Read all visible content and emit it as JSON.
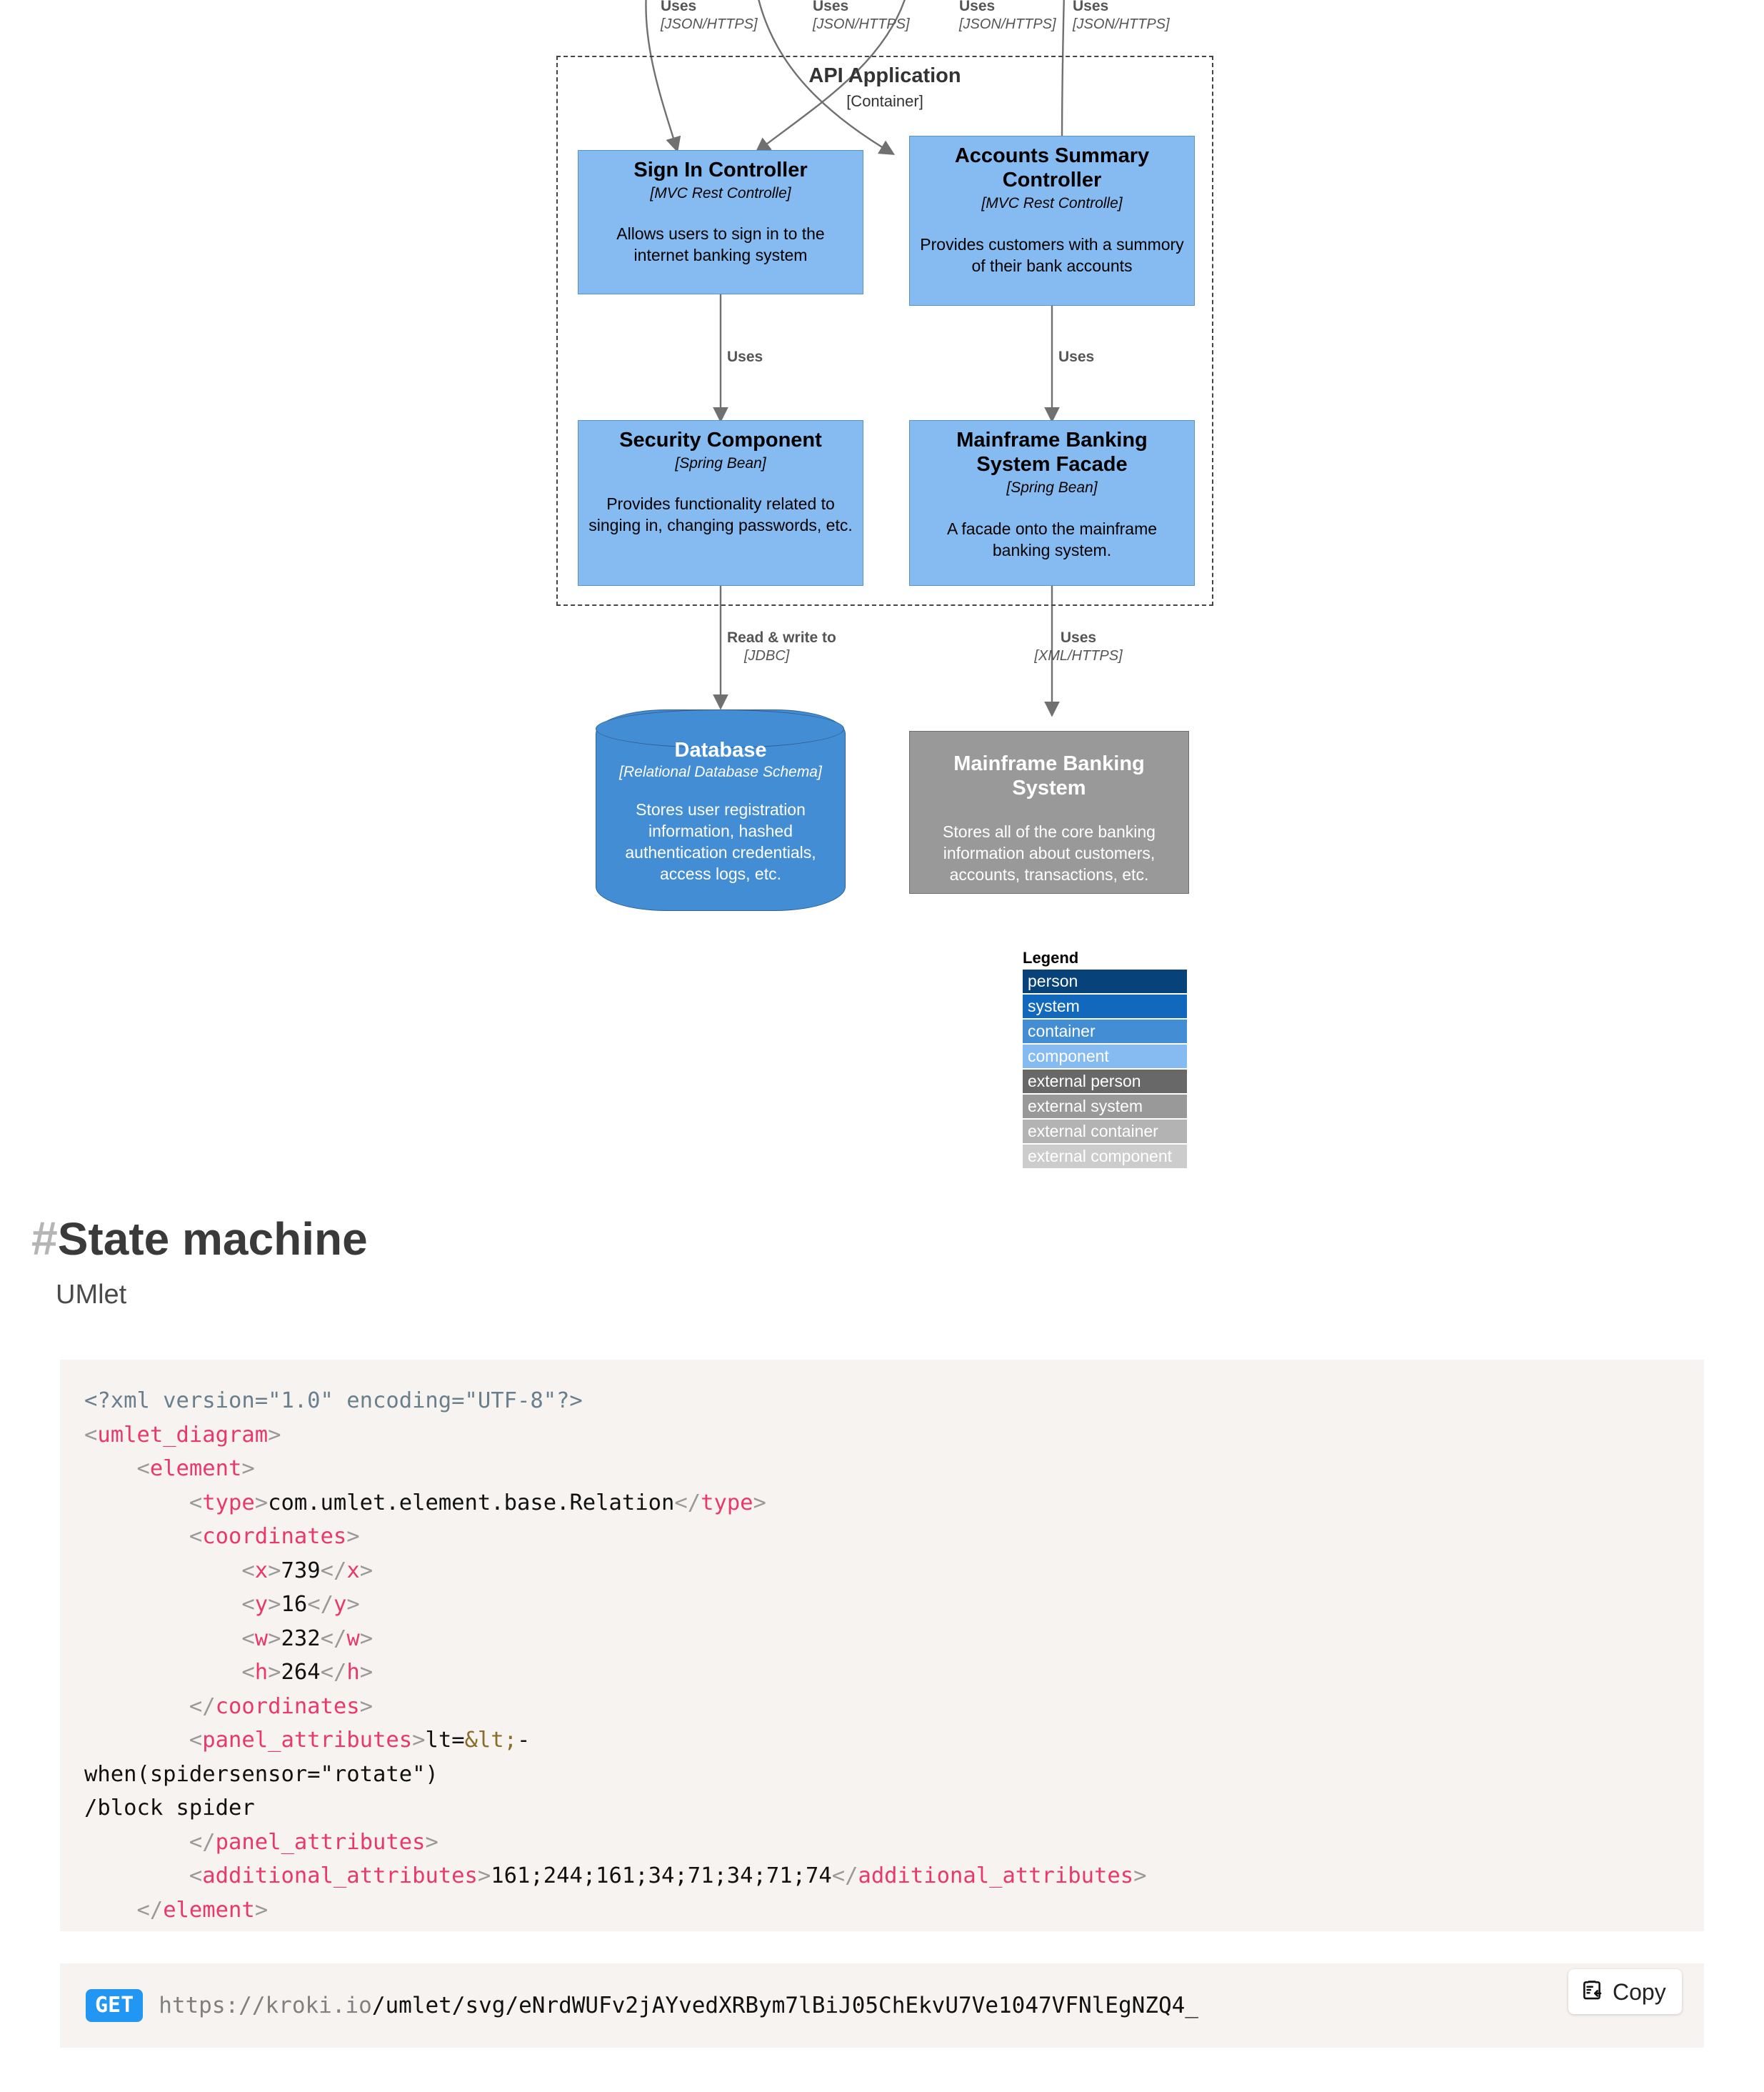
{
  "diagram": {
    "boundary": {
      "name": "API Application",
      "tech": "[Container]"
    },
    "top_edges": [
      {
        "name": "Uses",
        "tech": "[JSON/HTTPS]"
      },
      {
        "name": "Uses",
        "tech": "[JSON/HTTPS]"
      },
      {
        "name": "Uses",
        "tech": "[JSON/HTTPS]"
      },
      {
        "name": "Uses",
        "tech": "[JSON/HTTPS]"
      }
    ],
    "mid_edges": [
      {
        "name": "Uses",
        "tech": ""
      },
      {
        "name": "Uses",
        "tech": ""
      }
    ],
    "bottom_edges": [
      {
        "name": "Read & write to",
        "tech": "[JDBC]"
      },
      {
        "name": "Uses",
        "tech": "[XML/HTTPS]"
      }
    ],
    "nodes": [
      {
        "id": "sign-in-controller",
        "title": "Sign In Controller",
        "tech": "[MVC Rest Controlle]",
        "desc": "Allows users to sign in to the internet banking system",
        "style": "component"
      },
      {
        "id": "accounts-summary-controller",
        "title": "Accounts Summary Controller",
        "tech": "[MVC Rest Controlle]",
        "desc": "Provides customers with a summory of their bank accounts",
        "style": "component"
      },
      {
        "id": "security-component",
        "title": "Security Component",
        "tech": "[Spring Bean]",
        "desc": "Provides functionality related to singing in, changing passwords, etc.",
        "style": "component"
      },
      {
        "id": "mainframe-banking-system-facade",
        "title": "Mainframe Banking System Facade",
        "tech": "[Spring Bean]",
        "desc": "A facade onto the mainframe banking system.",
        "style": "component"
      },
      {
        "id": "database",
        "title": "Database",
        "tech": "[Relational Database Schema]",
        "desc": "Stores user registration information, hashed authentication credentials, access logs, etc.",
        "style": "container-db"
      },
      {
        "id": "mainframe-banking-system",
        "title": "Mainframe Banking System",
        "tech": "",
        "desc": "Stores all of the core banking information about customers, accounts, transactions, etc.",
        "style": "external-system"
      }
    ],
    "legend": {
      "title": "Legend",
      "items": [
        {
          "label": "person",
          "color": "#08427B"
        },
        {
          "label": "system",
          "color": "#1168BD"
        },
        {
          "label": "container",
          "color": "#438DD5"
        },
        {
          "label": "component",
          "color": "#85BBF0"
        },
        {
          "label": "external person",
          "color": "#686868"
        },
        {
          "label": "external system",
          "color": "#999999"
        },
        {
          "label": "external container",
          "color": "#B3B3B3"
        },
        {
          "label": "external component",
          "color": "#CCCCCC"
        }
      ]
    }
  },
  "section": {
    "hash": "#",
    "title": "State machine",
    "subtitle": "UMlet"
  },
  "code": {
    "language": "xml",
    "lines": [
      "<?xml version=\"1.0\" encoding=\"UTF-8\"?>",
      "<umlet_diagram>",
      "    <element>",
      "        <type>com.umlet.element.base.Relation</type>",
      "        <coordinates>",
      "            <x>739</x>",
      "            <y>16</y>",
      "            <w>232</w>",
      "            <h>264</h>",
      "        </coordinates>",
      "        <panel_attributes>lt=&lt;-",
      "when(spidersensor=\"rotate\")",
      "/block spider",
      "        </panel_attributes>",
      "        <additional_attributes>161;244;161;34;71;34;71;74</additional_attributes>",
      "    </element>"
    ],
    "values": {
      "x": "739",
      "y": "16",
      "w": "232",
      "h": "264",
      "type": "com.umlet.element.base.Relation",
      "additional_attributes": "161;244;161;34;71;34;71;74"
    }
  },
  "request": {
    "method": "GET",
    "url_host": "https://kroki.io",
    "url_path": "/umlet/svg/eNrdWUFv2jAYvedXRBym7lBiJ05ChEkvU7Ve1047VFNlEgNZQ4_",
    "copy_label": "Copy"
  }
}
